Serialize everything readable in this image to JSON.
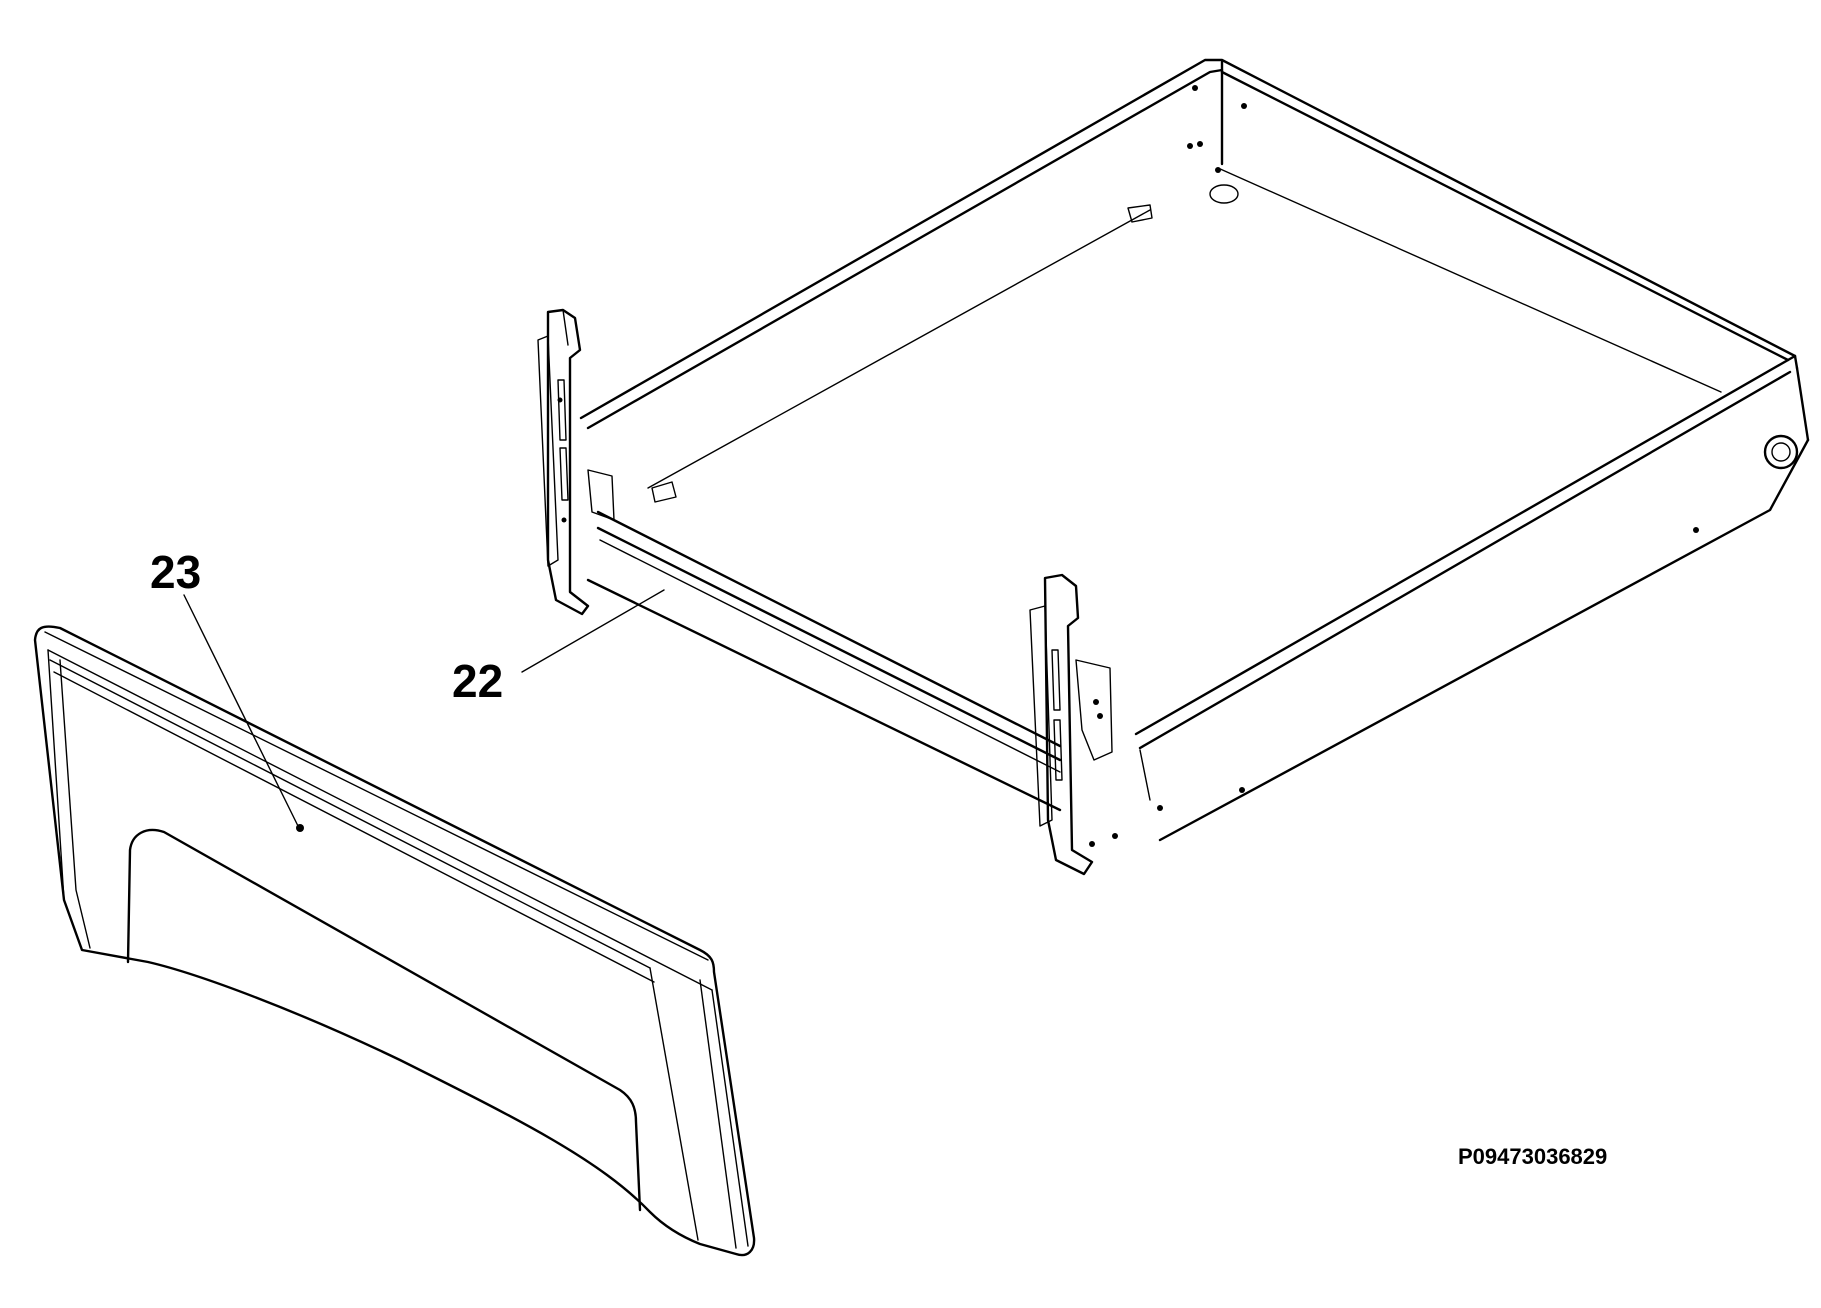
{
  "diagram": {
    "callouts": [
      {
        "id": "22",
        "label": "22",
        "part": "drawer-frame"
      },
      {
        "id": "23",
        "label": "23",
        "part": "drawer-front-panel"
      }
    ],
    "drawing_code": "P09473036829"
  }
}
